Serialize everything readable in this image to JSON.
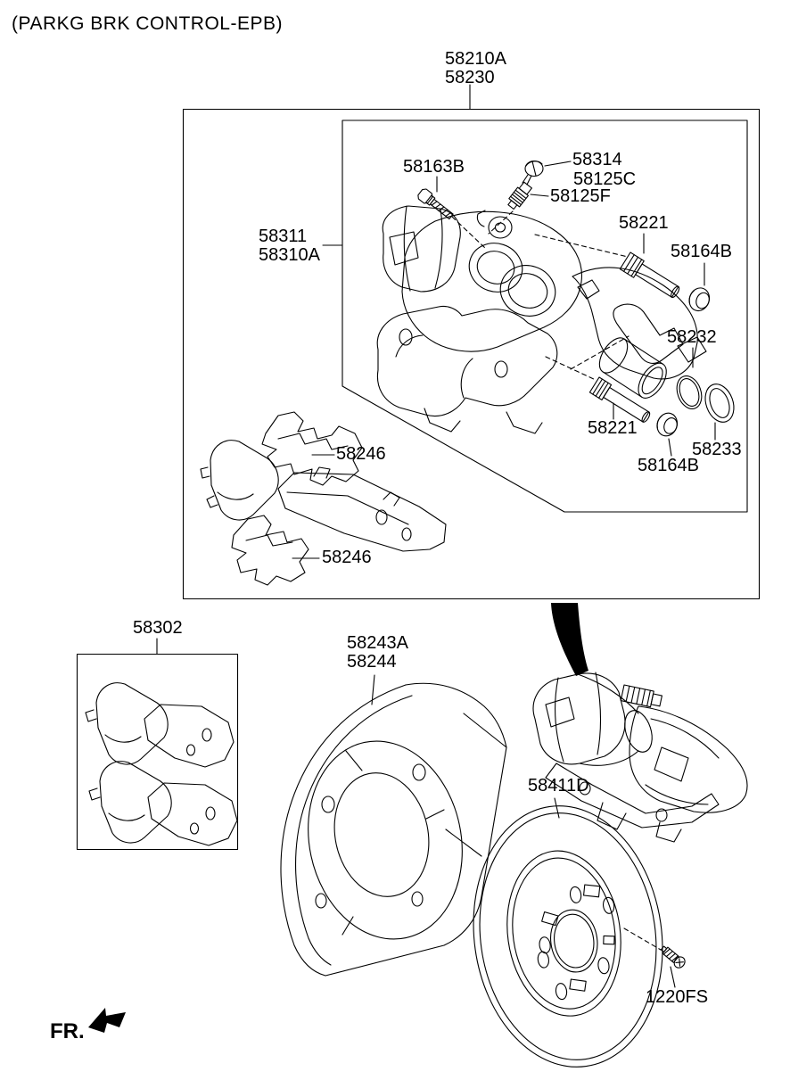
{
  "title": "(PARKG BRK CONTROL-EPB)",
  "fr_indicator": "FR.",
  "parts": {
    "assembly": [
      "58210A",
      "58230"
    ],
    "caliper_body": [
      "58311",
      "58310A"
    ],
    "guide_bolt": "58163B",
    "bleeder_cap": "58314",
    "bleeder_kit": "58125C",
    "bleeder_screw": "58125F",
    "guide_pin_upper": "58221",
    "pin_boot_upper": "58164B",
    "piston_oring": "58232",
    "guide_pin_lower": "58221",
    "piston_seal": "58233",
    "pin_boot_lower": "58164B",
    "pad_spring_upper": "58246",
    "pad_spring_lower": "58246",
    "pad_kit": "58302",
    "splash_shield": [
      "58243A",
      "58244"
    ],
    "brake_disc": "58411D",
    "disc_screw": "1220FS"
  }
}
